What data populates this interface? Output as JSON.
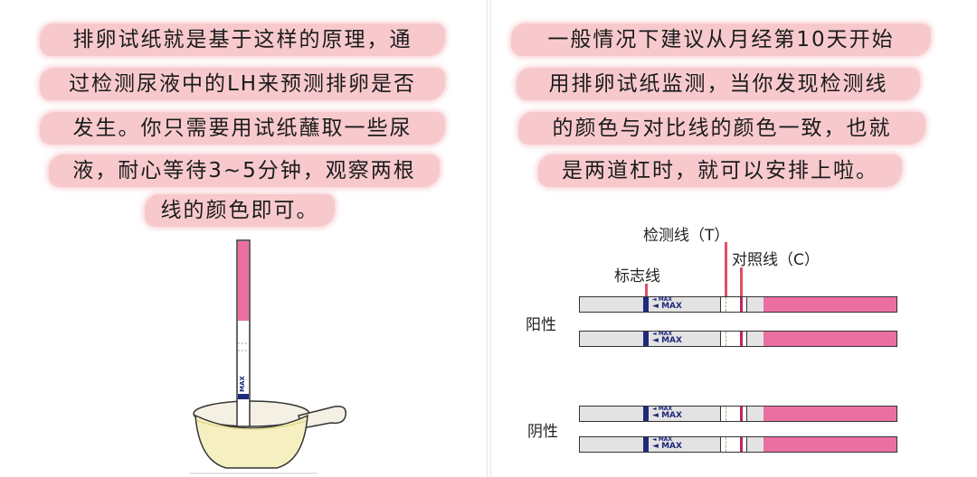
{
  "left_panel": {
    "lines": [
      "排卵试纸就是基于这样的原理，通",
      "过检测尿液中的LH来预测排卵是否",
      "发生。你只需要用试纸蘸取一些尿",
      "液，耐心等待3~5分钟，观察两根",
      "线的颜色即可。"
    ],
    "strip_text": "MAX"
  },
  "right_panel": {
    "lines": [
      "一般情况下建议从月经第10天开始",
      "用排卵试纸监测，当你发现检测线",
      "的颜色与对比线的颜色一致，也就",
      "是两道杠时，就可以安排上啦。"
    ],
    "diagram": {
      "label_test_line": "检测线（T）",
      "label_control_line": "对照线（C）",
      "label_marker_line": "标志线",
      "label_negative": "阳性",
      "label_positive": "阴性",
      "strip_text": "MAX",
      "colors": {
        "pink": "#ec6fa2",
        "marker_blue": "#1f2a7a",
        "control_red": "#c2245c",
        "pointer_red": "#e04f66",
        "highlight": "#f7c9cd"
      }
    }
  }
}
